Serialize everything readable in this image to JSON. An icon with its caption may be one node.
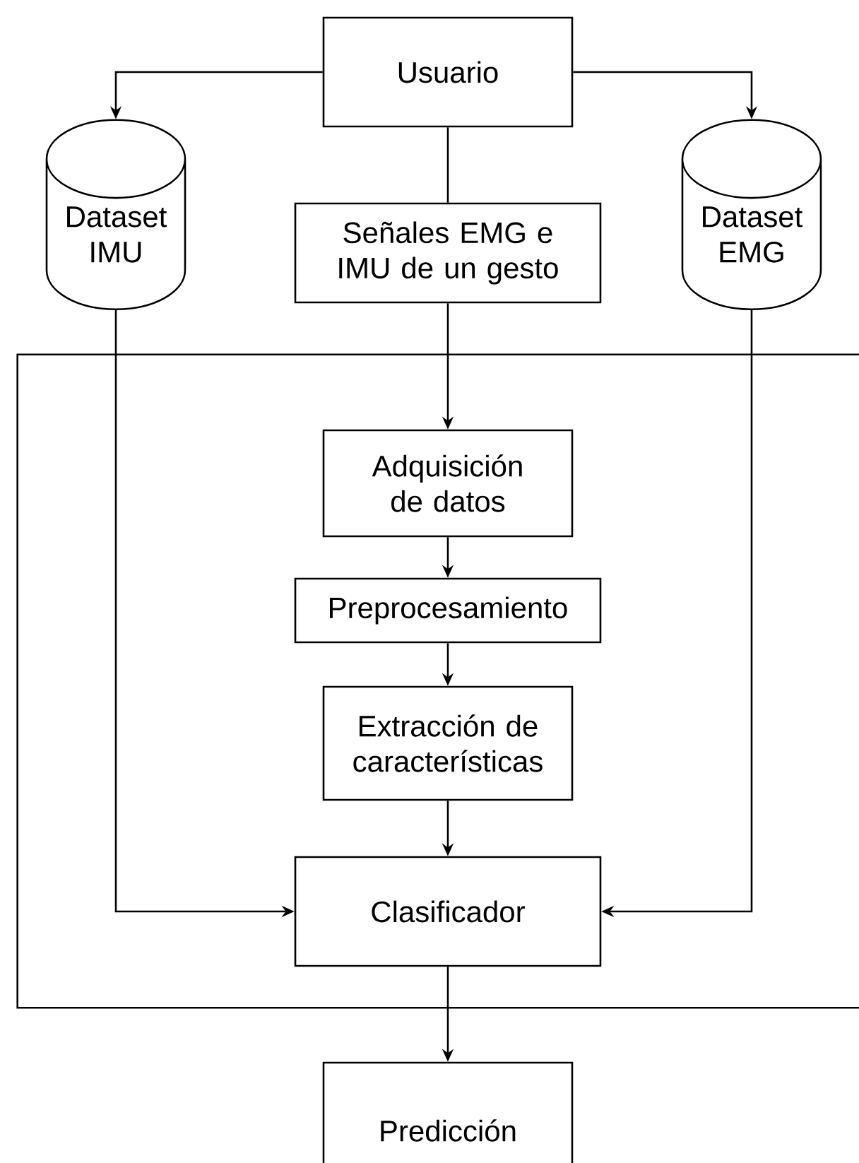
{
  "diagram": {
    "nodes": [
      {
        "text": [
          "Usuario"
        ]
      },
      {
        "text": [
          "Dataset IMU"
        ]
      },
      {
        "text": [
          "Señales EMG e IMU de un gesto"
        ]
      },
      {
        "text": [
          "Dataset EMG"
        ]
      },
      {
        "text": [],
        "shape": "box"
      },
      {
        "text": [
          "Adquisición de datos"
        ],
        "in": 4
      },
      {
        "text": [
          "Preprocesamiento"
        ],
        "in": 4
      },
      {
        "text": [
          "Extracción de características"
        ],
        "in": 4
      },
      {
        "text": [
          "Clasificador"
        ],
        "in": 4
      },
      {
        "text": [
          "Predicción"
        ]
      }
    ],
    "edges": [
      {
        "from": 0,
        "to": 1,
        "arrow": "to"
      },
      {
        "from": 0,
        "to": 3,
        "arrow": "to"
      },
      {
        "from": 0,
        "to": 2,
        "arrow": "none"
      },
      {
        "from": 2,
        "to": 5,
        "arrow": "to"
      },
      {
        "from": 5,
        "to": 6,
        "arrow": "to"
      },
      {
        "from": 6,
        "to": 7,
        "arrow": "to"
      },
      {
        "from": 7,
        "to": 8,
        "arrow": "to"
      },
      {
        "from": 1,
        "to": 8,
        "arrow": "to"
      },
      {
        "from": 3,
        "to": 8,
        "arrow": "to"
      },
      {
        "from": 8,
        "to": 9,
        "arrow": "to"
      }
    ]
  }
}
